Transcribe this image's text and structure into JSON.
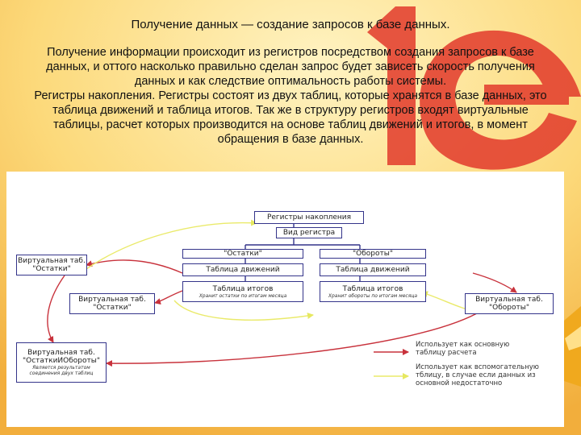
{
  "title": "Получение данных — создание запросов к базе данных.",
  "paragraph_1": "Получение информации происходит из регистров посредством создания запросов к базе данных, и оттого насколько правильно сделан запрос будет зависеть скорость получения данных и как следствие оптимальность работы системы.",
  "paragraph_2": "Регистры накопления. Регистры состоят из двух таблиц, которые хранятся в базе данных, это таблица движений и таблица итогов. Так же в структуру регистров входят виртуальные таблицы, расчет которых производится на основе таблиц движений и итогов, в момент обращения в базе данных.",
  "diagram": {
    "root": "Регистры накопления",
    "register_kind": "Вид регистра",
    "balance": "\"Остатки\"",
    "turnover": "\"Обороты\"",
    "movements_left": "Таблица движений",
    "movements_right": "Таблица движений",
    "totals_left": "Таблица итогов",
    "totals_left_note": "Хранит остатки по итогам месяца",
    "totals_right": "Таблица итогов",
    "totals_right_note": "Хранит обороты по итогам месяца",
    "virt_balance_top_l1": "Виртуальная таб.",
    "virt_balance_top_l2": "\"Остатки\"",
    "virt_balance_mid_l1": "Виртуальная таб.",
    "virt_balance_mid_l2": "\"Остатки\"",
    "virt_turnover_l1": "Виртуальная таб.",
    "virt_turnover_l2": "\"Обороты\"",
    "virt_combined_l1": "Виртуальная таб.",
    "virt_combined_l2": "\"ОстаткиИОбороты\"",
    "virt_combined_note_l1": "Является результатом",
    "virt_combined_note_l2": "соединения двух таблиц"
  },
  "legend": {
    "primary_l1": "Использует как основную",
    "primary_l2": "таблицу расчета",
    "secondary_l1": "Использует как вспомогательную",
    "secondary_l2": "тблицу, в случае если данных из",
    "secondary_l3": "основной недостаточно"
  },
  "colors": {
    "primary_arrow": "#c8323c",
    "secondary_arrow": "#eef07a",
    "box_border": "#34348a",
    "background_orange": "#f3b43a",
    "logo_red": "#e0392b"
  }
}
